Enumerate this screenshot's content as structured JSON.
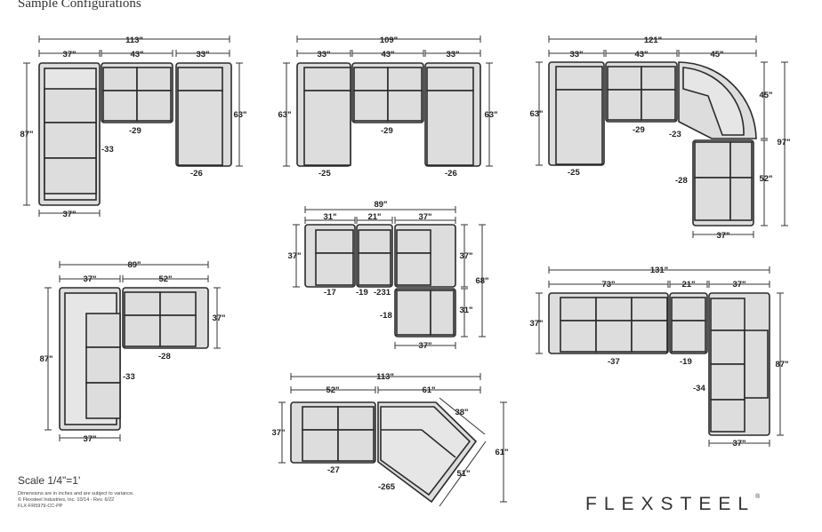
{
  "header": {
    "title": "Sample Configurations"
  },
  "footer": {
    "scale": "Scale 1/4\"=1'",
    "note1": "Dimensions are in inches and are subject to variance.",
    "note2": "© Flexsteel Industries, Inc. 10/14 - Rev. 6/22",
    "note3": "FLX-FR5979-CC-PP",
    "brand": "FLEXSTEEL",
    "trademark": "®"
  },
  "configs": {
    "c1": {
      "overall": "113\"",
      "seg_a": "37\"",
      "seg_b": "43\"",
      "seg_c": "33\"",
      "height": "87\"",
      "depth": "63\"",
      "bottom": "37\"",
      "m1": "-33",
      "m2": "-29",
      "m3": "-26"
    },
    "c2": {
      "overall": "109\"",
      "seg_a": "33\"",
      "seg_b": "43\"",
      "seg_c": "33\"",
      "left": "63\"",
      "right": "63\"",
      "m1": "-25",
      "m2": "-29",
      "m3": "-26"
    },
    "c3": {
      "overall": "121\"",
      "seg_a": "33\"",
      "seg_b": "43\"",
      "seg_c": "45\"",
      "left": "63\"",
      "wedge": "45\"",
      "right": "97\"",
      "mid": "52\"",
      "bottom": "37\"",
      "m1": "-25",
      "m2": "-29",
      "m3": "-23",
      "m4": "-28"
    },
    "c4": {
      "overall": "89\"",
      "seg_a": "31\"",
      "seg_b": "21\"",
      "seg_c": "37\"",
      "left": "37\"",
      "right_top": "37\"",
      "right_total": "68\"",
      "right_bot": "31\"",
      "bottom": "37\"",
      "m1": "-17",
      "m2": "-19",
      "m3": "-231",
      "m4": "-18"
    },
    "c5": {
      "overall": "89\"",
      "seg_a": "37\"",
      "seg_b": "52\"",
      "height": "87\"",
      "right": "37\"",
      "bottom": "37\"",
      "m1": "-33",
      "m2": "-28"
    },
    "c6": {
      "overall": "113\"",
      "seg_a": "52\"",
      "seg_b": "61\"",
      "left": "37\"",
      "wedge_top": "38\"",
      "wedge_side": "51\"",
      "right": "61\"",
      "m1": "-27",
      "m2": "-265"
    },
    "c7": {
      "overall": "131\"",
      "seg_a": "73\"",
      "seg_b": "21\"",
      "seg_c": "37\"",
      "left": "37\"",
      "right": "87\"",
      "bottom": "37\"",
      "m1": "-37",
      "m2": "-19",
      "m3": "-34"
    }
  }
}
